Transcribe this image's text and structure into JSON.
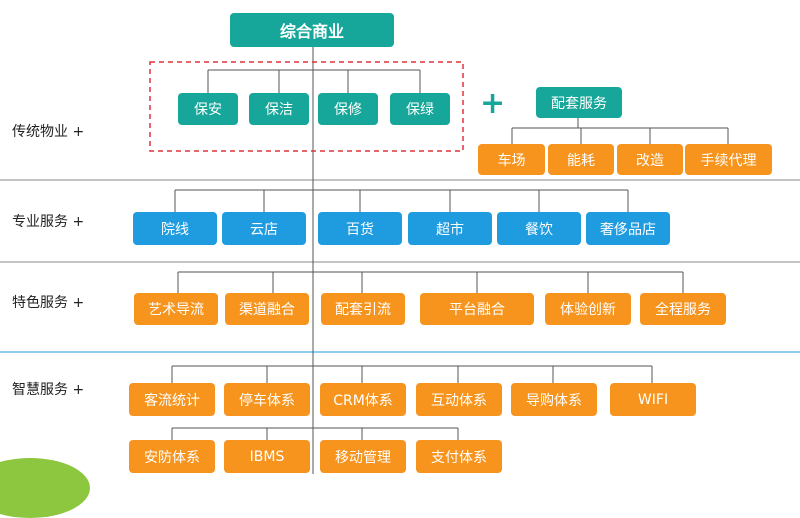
{
  "root": "综合商业",
  "plus": "+",
  "categories": {
    "traditional": "传统物业 +",
    "professional": "专业服务 +",
    "special": "特色服务 +",
    "smart": "智慧服务 +"
  },
  "traditional": [
    "保安",
    "保洁",
    "保修",
    "保绿"
  ],
  "support": {
    "title": "配套服务",
    "items": [
      "车场",
      "能耗",
      "改造",
      "手续代理"
    ]
  },
  "professional": [
    "院线",
    "云店",
    "百货",
    "超市",
    "餐饮",
    "奢侈品店"
  ],
  "special": [
    "艺术导流",
    "渠道融合",
    "配套引流",
    "平台融合",
    "体验创新",
    "全程服务"
  ],
  "smart_row1": [
    "客流统计",
    "停车体系",
    "CRM体系",
    "互动体系",
    "导购体系",
    "WIFI"
  ],
  "smart_row2": [
    "安防体系",
    "IBMS",
    "移动管理",
    "支付体系"
  ],
  "colors": {
    "teal": "#17a79a",
    "blue": "#1f9be0",
    "orange": "#f7941e",
    "dashed": "#e0323c",
    "line": "#555555"
  }
}
